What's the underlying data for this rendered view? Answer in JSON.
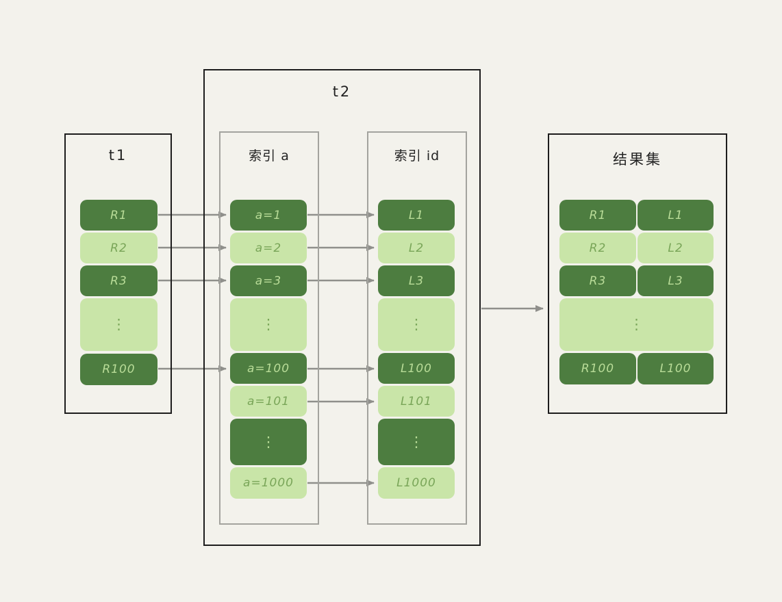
{
  "diagram": {
    "description": "index nested-loop join between table t1 and table t2 producing a result set",
    "colors": {
      "background": "#f3f2ec",
      "block_dark_green": "#4d7d40",
      "block_light_green": "#c9e5a8",
      "text_on_dark": "#b9dc98",
      "text_on_light": "#79a558",
      "outer_border": "#1c1c1c",
      "inner_border": "#a3a39e",
      "arrow": "#8f8f8b"
    },
    "boxes": {
      "t1": {
        "title": "t1",
        "rows": [
          {
            "label": "R1",
            "variant": "dark"
          },
          {
            "label": "R2",
            "variant": "light"
          },
          {
            "label": "R3",
            "variant": "dark"
          },
          {
            "label": "⋮",
            "variant": "light"
          },
          {
            "label": "R100",
            "variant": "dark"
          }
        ]
      },
      "t2": {
        "title": "t2"
      },
      "index_a": {
        "title": "索引 a",
        "rows": [
          {
            "label": "a=1",
            "variant": "dark"
          },
          {
            "label": "a=2",
            "variant": "light"
          },
          {
            "label": "a=3",
            "variant": "dark"
          },
          {
            "label": "⋮",
            "variant": "light"
          },
          {
            "label": "a=100",
            "variant": "dark"
          },
          {
            "label": "a=101",
            "variant": "light"
          },
          {
            "label": "⋮",
            "variant": "dark"
          },
          {
            "label": "a=1000",
            "variant": "light"
          }
        ]
      },
      "index_id": {
        "title": "索引 id",
        "rows": [
          {
            "label": "L1",
            "variant": "dark"
          },
          {
            "label": "L2",
            "variant": "light"
          },
          {
            "label": "L3",
            "variant": "dark"
          },
          {
            "label": "⋮",
            "variant": "light"
          },
          {
            "label": "L100",
            "variant": "dark"
          },
          {
            "label": "L101",
            "variant": "light"
          },
          {
            "label": "⋮",
            "variant": "dark"
          },
          {
            "label": "L1000",
            "variant": "light"
          }
        ]
      },
      "result": {
        "title": "结果集",
        "rows": [
          {
            "left": "R1",
            "right": "L1",
            "variant": "dark"
          },
          {
            "left": "R2",
            "right": "L2",
            "variant": "light"
          },
          {
            "left": "R3",
            "right": "L3",
            "variant": "dark"
          },
          {
            "label": "⋮",
            "variant": "light"
          },
          {
            "left": "R100",
            "right": "L100",
            "variant": "dark"
          }
        ]
      }
    },
    "connections": {
      "t1_to_index_a": [
        "R1→a=1",
        "R2→a=2",
        "R3→a=3",
        "R100→a=100"
      ],
      "index_a_to_index_id": [
        "a=1→L1",
        "a=2→L2",
        "a=3→L3",
        "a=100→L100",
        "a=101→L101",
        "a=1000→L1000"
      ],
      "t2_to_result": [
        "t2→结果集"
      ]
    }
  }
}
